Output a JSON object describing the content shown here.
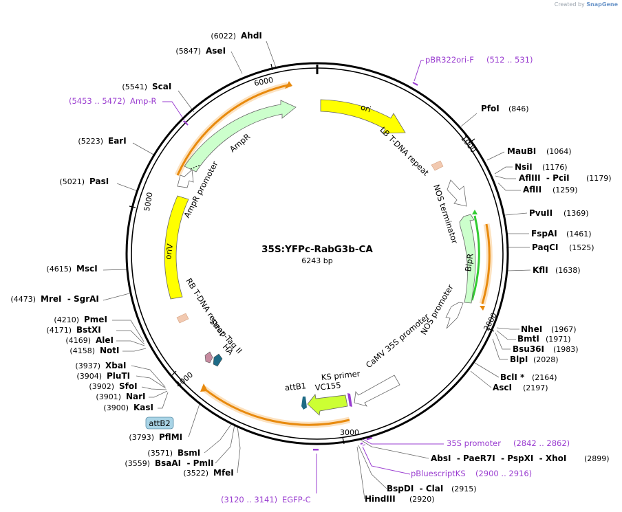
{
  "credit": {
    "prefix": "Created by",
    "brand": "SnapGene"
  },
  "plasmid": {
    "name": "35S:YFPc-RabG3b-CA",
    "size": "6243 bp"
  },
  "ticks": [
    "1000",
    "2000",
    "3000",
    "4000",
    "5000",
    "6000"
  ],
  "sites": [
    {
      "pos": "(6022)",
      "name": "AhdI"
    },
    {
      "pos": "(5847)",
      "name": "AseI"
    },
    {
      "pos": "(5541)",
      "name": "ScaI"
    },
    {
      "pos": "(5223)",
      "name": "EarI"
    },
    {
      "pos": "(5021)",
      "name": "PasI"
    },
    {
      "pos": "(4615)",
      "name": "MscI"
    },
    {
      "pos": "(4473)",
      "name": "MreI  - SgrAI"
    },
    {
      "pos": "(4210)",
      "name": "PmeI"
    },
    {
      "pos": "(4171)",
      "name": "BstXI"
    },
    {
      "pos": "(4169)",
      "name": "AleI"
    },
    {
      "pos": "(4158)",
      "name": "NotI"
    },
    {
      "pos": "(3937)",
      "name": "XbaI"
    },
    {
      "pos": "(3904)",
      "name": "PluTI"
    },
    {
      "pos": "(3902)",
      "name": "SfoI"
    },
    {
      "pos": "(3901)",
      "name": "NarI"
    },
    {
      "pos": "(3900)",
      "name": "KasI"
    },
    {
      "pos": "(3793)",
      "name": "PflMI"
    },
    {
      "pos": "(3571)",
      "name": "BsmI"
    },
    {
      "pos": "(3559)",
      "name": "BsaAI  - PmlI"
    },
    {
      "pos": "(3522)",
      "name": "MfeI"
    },
    {
      "pos": "(846)",
      "name": "PfoI"
    },
    {
      "pos": "(1064)",
      "name": "MauBI"
    },
    {
      "pos": "(1176)",
      "name": "NsiI"
    },
    {
      "pos": "(1179)",
      "name": "AflIII  - PciI"
    },
    {
      "pos": "(1259)",
      "name": "AflII"
    },
    {
      "pos": "(1369)",
      "name": "PvuII"
    },
    {
      "pos": "(1461)",
      "name": "FspAI"
    },
    {
      "pos": "(1525)",
      "name": "PaqCI"
    },
    {
      "pos": "(1638)",
      "name": "KflI"
    },
    {
      "pos": "(1967)",
      "name": "NheI"
    },
    {
      "pos": "(1971)",
      "name": "BmtI"
    },
    {
      "pos": "(1983)",
      "name": "Bsu36I"
    },
    {
      "pos": "(2028)",
      "name": "BlpI"
    },
    {
      "pos": "(2164)",
      "name": "BclI *"
    },
    {
      "pos": "(2197)",
      "name": "AscI"
    },
    {
      "pos": "(2899)",
      "name": "AbsI  - PaeR7I  - PspXI  - XhoI"
    },
    {
      "pos": "(2915)",
      "name": "BspDI  - ClaI"
    },
    {
      "pos": "(2920)",
      "name": "HindIII"
    }
  ],
  "primers": [
    {
      "label": "pBR322ori-F",
      "range": "(512 .. 531)"
    },
    {
      "label": "Amp-R",
      "range": "(5453 .. 5472)"
    },
    {
      "label": "35S promoter",
      "range": "(2842 .. 2862)"
    },
    {
      "label": "pBluescriptKS",
      "range": "(2900 .. 2916)"
    },
    {
      "label": "EGFP-C",
      "range": "(3120 .. 3141)"
    }
  ],
  "features": {
    "ori": "ori",
    "lb": "LB T-DNA repeat",
    "nos_term": "NOS terminator",
    "blpr": "BlpR",
    "nos_prom": "NOS promoter",
    "camv": "CaMV 35S promoter",
    "ks": "KS primer",
    "vc155": "VC155",
    "attb1": "attB1",
    "attb2": "attB2",
    "strep": "Strep-Tag II",
    "ha": "HA",
    "rb": "RB T-DNA repeat",
    "oriv": "oriV",
    "ampr_prom": "AmpR promoter",
    "ampr": "AmpR"
  },
  "colors": {
    "ori": "#ffff00",
    "ampr": "#ccffcc",
    "orange": "#e88a0e",
    "vc155": "#ccff33",
    "green": "#33cc33",
    "pink": "#f2c9b0",
    "purple": "#9a3dd0",
    "teal": "#1e6b86",
    "mauve": "#c78ba0",
    "attb2box": "#a9d4e6"
  }
}
